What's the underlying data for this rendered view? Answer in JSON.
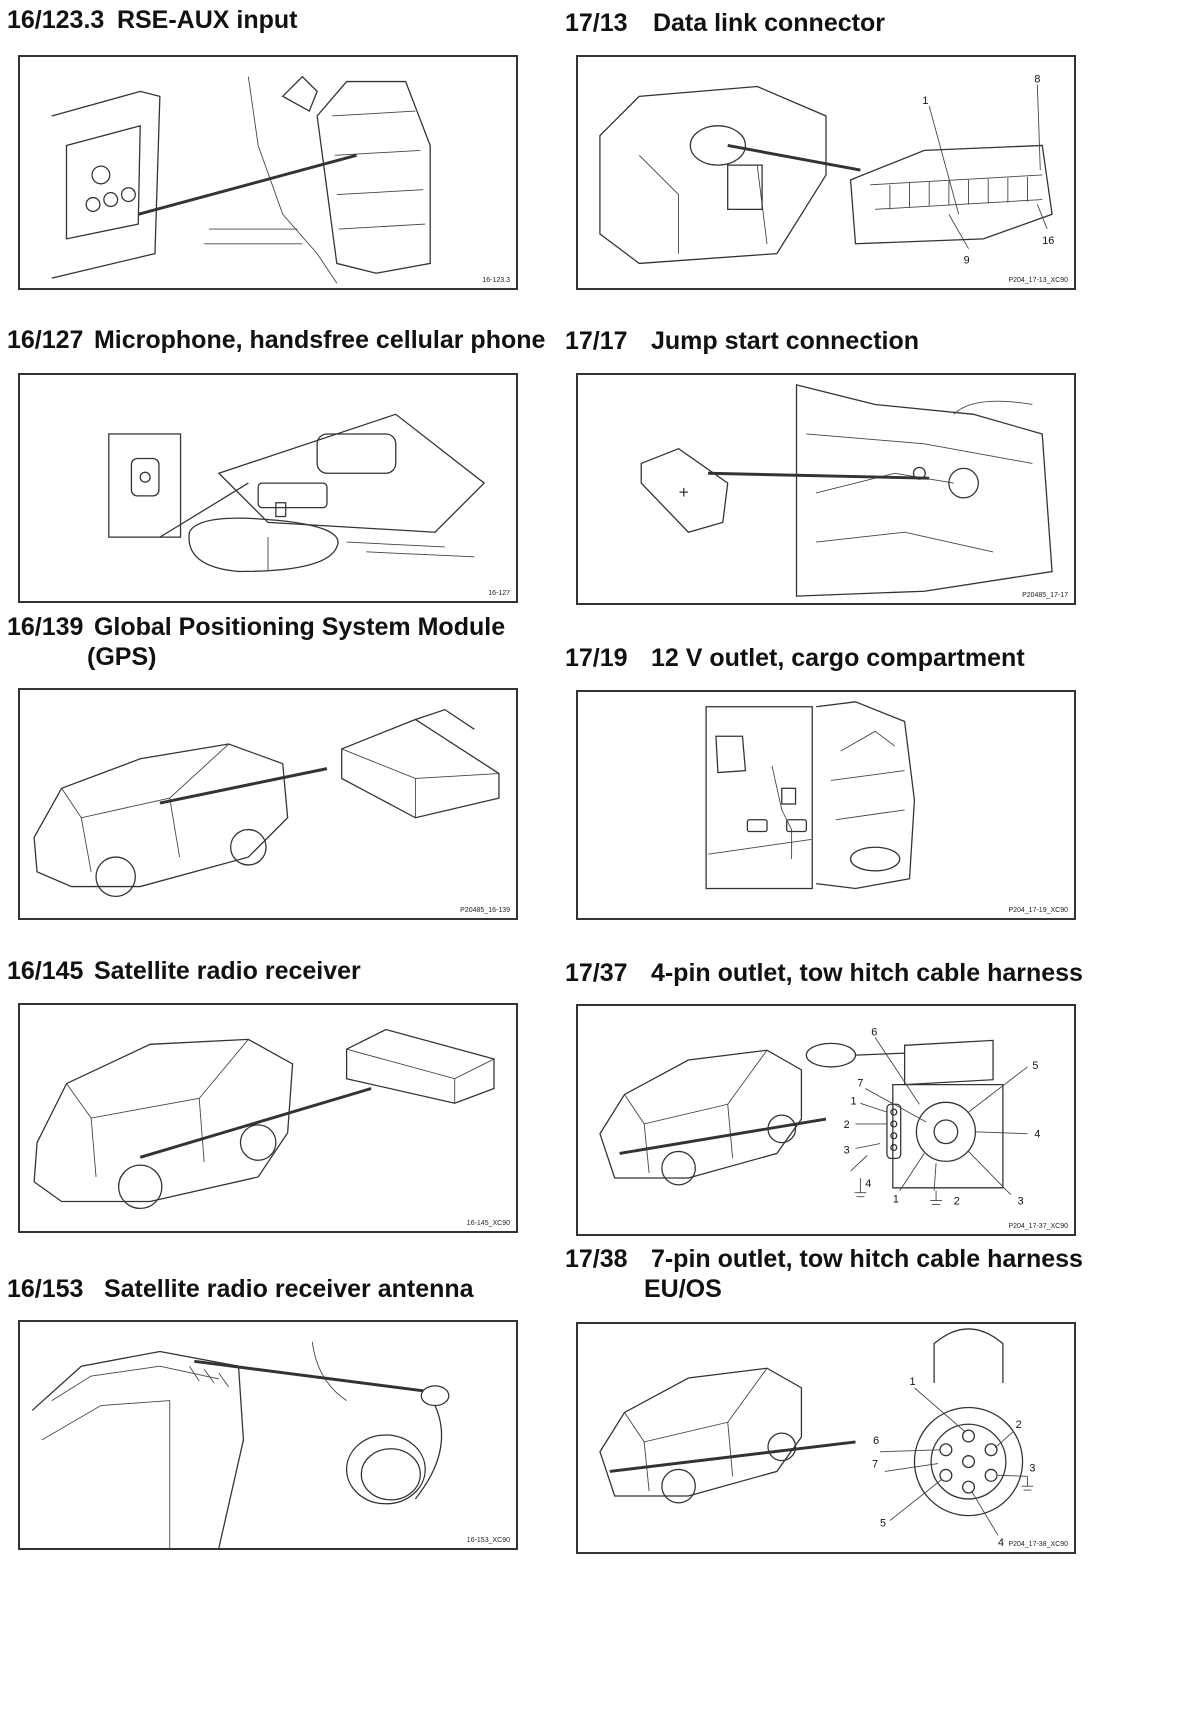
{
  "sections": [
    {
      "number": "16/123.3",
      "title": "RSE-AUX input",
      "code": "16-123.3"
    },
    {
      "number": "17/13",
      "title": "Data link connector",
      "code": "P204_17-13_XC90",
      "pins": [
        "1",
        "8",
        "9",
        "16"
      ]
    },
    {
      "number": "16/127",
      "title": "Microphone, handsfree cellular phone",
      "code": "16-127"
    },
    {
      "number": "17/17",
      "title": "Jump start connection",
      "code": "P20485_17-17"
    },
    {
      "number": "16/139",
      "title": "Global Positioning System Module",
      "title_line2": "(GPS)",
      "code": "P20485_16-139"
    },
    {
      "number": "17/19",
      "title": "12 V outlet, cargo compartment",
      "code": "P204_17-19_XC90"
    },
    {
      "number": "16/145",
      "title": "Satellite radio receiver",
      "code": "16-145_XC90"
    },
    {
      "number": "17/37",
      "title": "4-pin outlet, tow hitch cable harness",
      "code": "P204_17-37_XC90",
      "pins": [
        "1",
        "2",
        "3",
        "4",
        "5",
        "6",
        "7",
        "1",
        "2",
        "3",
        "4"
      ]
    },
    {
      "number": "16/153",
      "title": "Satellite radio receiver antenna",
      "code": "16-153_XC90"
    },
    {
      "number": "17/38",
      "title": "7-pin outlet, tow hitch cable harness",
      "title_line2": "EU/OS",
      "code": "P204_17-38_XC90",
      "pins": [
        "1",
        "2",
        "3",
        "4",
        "5",
        "6",
        "7"
      ]
    }
  ]
}
